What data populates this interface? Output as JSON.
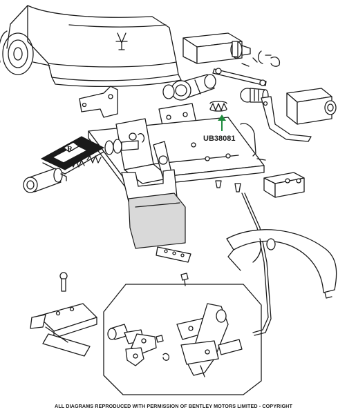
{
  "part_callout": {
    "label": "UB38081",
    "arrow_color": "#1e8a3c"
  },
  "badge": {
    "monogram": "R"
  },
  "footer": {
    "copyright": "ALL DIAGRAMS REPRODUCED WITH PERMISSION OF BENTLEY MOTORS LIMITED - COPYRIGHT"
  }
}
